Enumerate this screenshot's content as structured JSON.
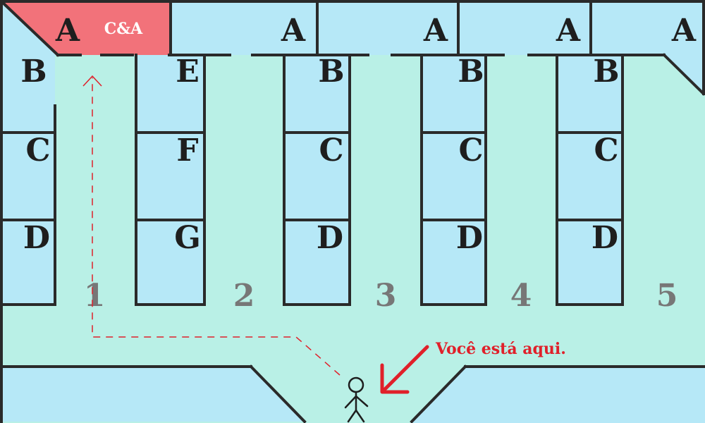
{
  "colors": {
    "corridor": "#b9f0e6",
    "store": "#b6e8f7",
    "highlight": "#f2727a",
    "wall": "#2a2a2a",
    "aisle_number": "#777777",
    "marker": "#e0202a"
  },
  "highlight_store": {
    "letter": "A",
    "name": "C&A"
  },
  "top_row_labels": [
    "A",
    "A",
    "A",
    "A"
  ],
  "column_1": [
    "B",
    "C",
    "D"
  ],
  "column_2": [
    "E",
    "F",
    "G"
  ],
  "column_3": [
    "B",
    "C",
    "D"
  ],
  "column_4": [
    "B",
    "C",
    "D"
  ],
  "column_5": [
    "B",
    "C",
    "D"
  ],
  "aisles": [
    "1",
    "2",
    "3",
    "4",
    "5"
  ],
  "you_are_here": "Você está aqui.",
  "icons": {
    "person": "person-icon",
    "arrow": "arrow-down-left-icon",
    "route": "dashed-route"
  }
}
